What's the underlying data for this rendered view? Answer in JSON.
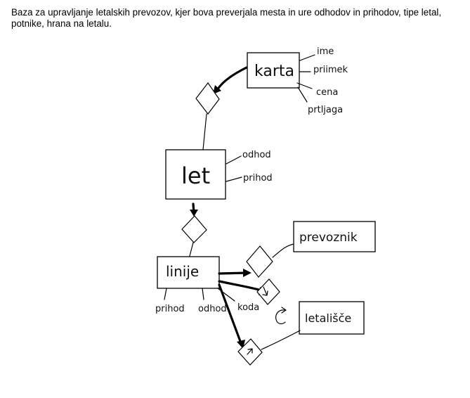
{
  "description_text": "Baza za upravljanje letalskih prevozov, kjer bova preverjala mesta in ure odhodov in prihodov, tipe letal, potnike, hrana na letalu.",
  "entities": {
    "karta": {
      "label": "karta",
      "attributes": [
        "ime",
        "priimek",
        "cena",
        "prtljaga"
      ]
    },
    "let": {
      "label": "let",
      "attributes": [
        "odhod",
        "prihod"
      ]
    },
    "linije": {
      "label": "linije",
      "attributes": [
        "prihod",
        "odhod",
        "koda"
      ]
    },
    "prevoznik": {
      "label": "prevoznik",
      "attributes": []
    },
    "letalisce": {
      "label": "letališče",
      "attributes": []
    }
  }
}
